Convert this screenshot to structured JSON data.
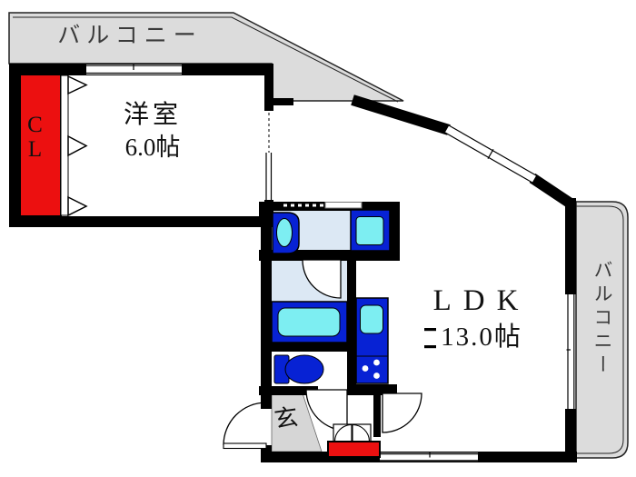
{
  "colors": {
    "wall": "#000000",
    "balcony_fill": "#dcdcdc",
    "closet_red": "#ec1010",
    "fixture_blue": "#0722d4",
    "fixture_cyan": "#7deef2",
    "bath_floor": "#dce8f4",
    "genkan_gray": "#d6d6d6",
    "label": "#111111",
    "balcony_label": "#3a3a3a"
  },
  "rooms": [
    {
      "id": "balcony-top",
      "name": "バルコニー"
    },
    {
      "id": "western-room",
      "name": "洋室",
      "size": "6.0帖"
    },
    {
      "id": "closet",
      "name": "CL"
    },
    {
      "id": "ldk",
      "name": "LDK",
      "size": "13.0帖"
    },
    {
      "id": "balcony-right",
      "name": "バルコニー"
    },
    {
      "id": "entrance",
      "name": "玄"
    }
  ]
}
